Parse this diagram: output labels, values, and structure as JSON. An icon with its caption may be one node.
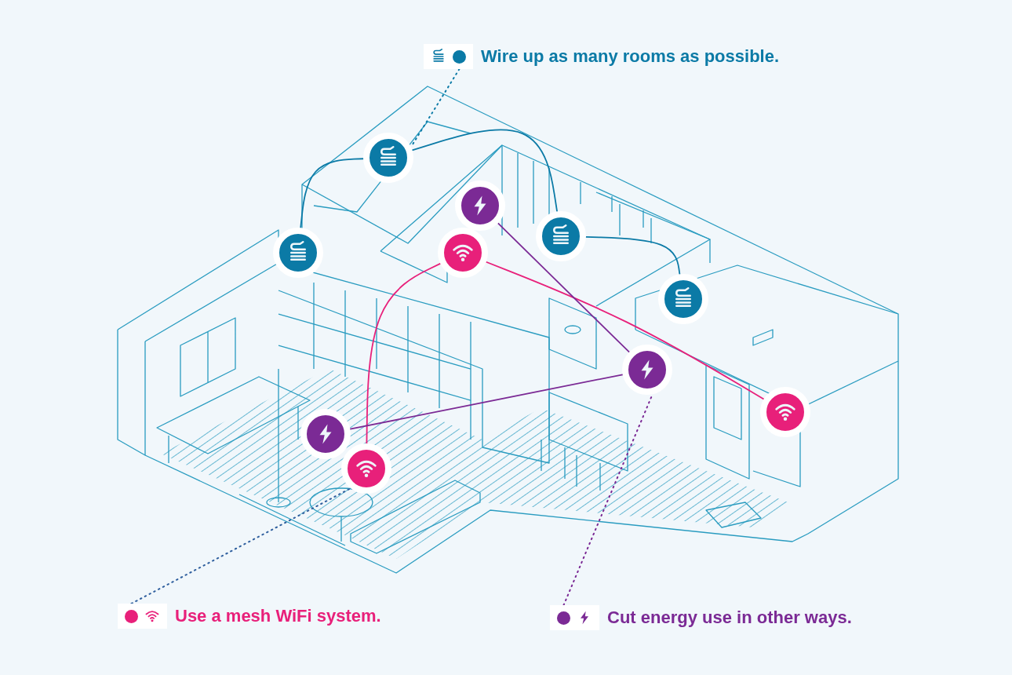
{
  "diagram": {
    "nodes": [
      {
        "text": [
          "Wire up as many rooms as possible."
        ]
      },
      {
        "text": [],
        "shape": "circle"
      },
      {
        "text": [],
        "shape": "circle"
      },
      {
        "text": [],
        "shape": "circle"
      },
      {
        "text": [],
        "shape": "circle"
      },
      {
        "text": [],
        "shape": "circle"
      },
      {
        "text": [],
        "shape": "circle"
      },
      {
        "text": [],
        "shape": "circle"
      },
      {
        "text": [],
        "shape": "circle"
      },
      {
        "text": [],
        "shape": "circle"
      },
      {
        "text": [],
        "shape": "circle"
      },
      {
        "text": [
          "Use a mesh WiFi system."
        ]
      },
      {
        "text": [
          "Cut energy use in other ways."
        ]
      }
    ],
    "edges": [
      {
        "from": 5,
        "to": 1,
        "arrow": "none"
      },
      {
        "from": 1,
        "to": 3,
        "arrow": "none"
      },
      {
        "from": 3,
        "to": 6,
        "arrow": "none"
      },
      {
        "from": 4,
        "to": 8,
        "arrow": "none",
        "color": "#e8207a"
      },
      {
        "from": 4,
        "to": 10,
        "arrow": "none",
        "color": "#e8207a"
      },
      {
        "from": 2,
        "to": 7,
        "arrow": "none",
        "color": "#7b2a95"
      },
      {
        "from": 7,
        "to": 9,
        "arrow": "none",
        "color": "#7b2a95"
      },
      {
        "from": 0,
        "to": 1,
        "arrow": "none",
        "style": "dashed"
      },
      {
        "from": 11,
        "to": 10,
        "arrow": "none",
        "style": "dashed",
        "color": "#2f5f9e"
      },
      {
        "from": 12,
        "to": 7,
        "arrow": "none",
        "style": "dashed",
        "color": "#7b2a95"
      }
    ]
  }
}
